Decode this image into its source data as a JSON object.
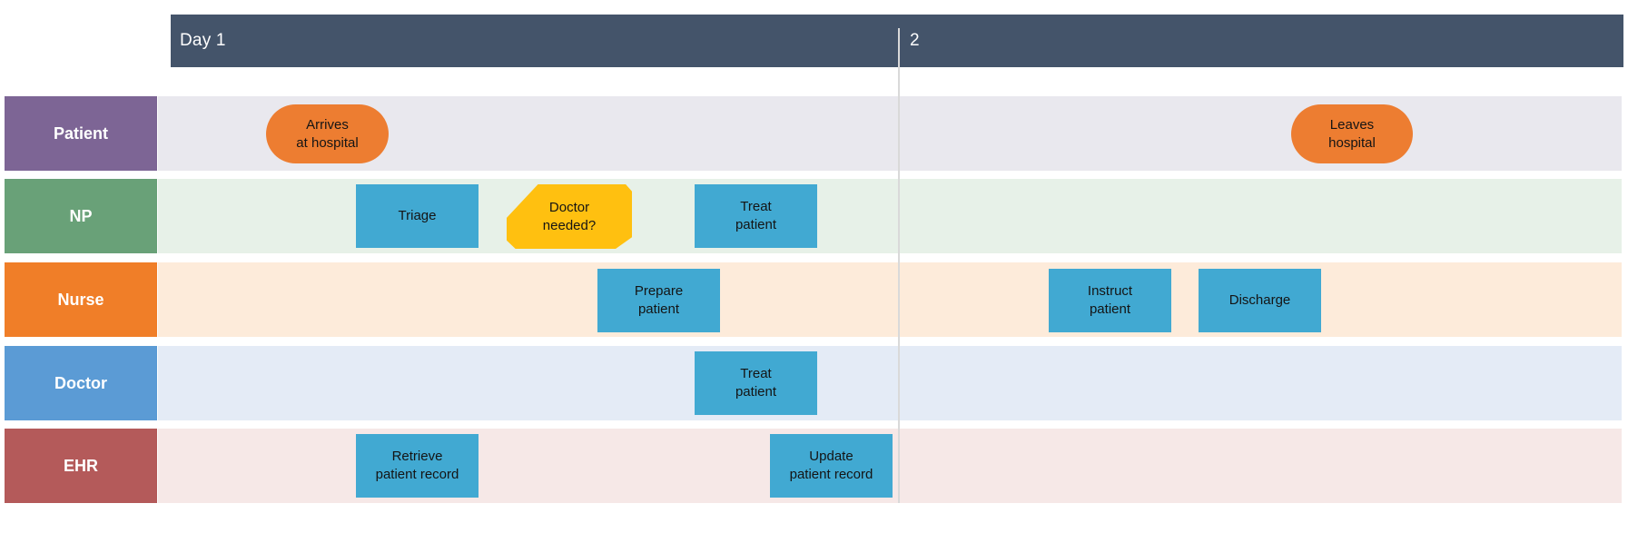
{
  "header": {
    "day1_label": "Day 1",
    "day2_label": "2"
  },
  "lanes": [
    {
      "label": "Patient",
      "color": "#7D6595",
      "row_bg": "#E9E8EE"
    },
    {
      "label": "NP",
      "color": "#69A178",
      "row_bg": "#E7F1E8"
    },
    {
      "label": "Nurse",
      "color": "#F07E28",
      "row_bg": "#FDEBDA"
    },
    {
      "label": "Doctor",
      "color": "#5B9BD5",
      "row_bg": "#E4EBF6"
    },
    {
      "label": "EHR",
      "color": "#B45A5A",
      "row_bg": "#F6E8E7"
    }
  ],
  "shapes": [
    {
      "id": "arrives-at-hospital",
      "lane": "Patient",
      "type": "start-end",
      "label": "Arrives\nat hospital"
    },
    {
      "id": "leaves-hospital",
      "lane": "Patient",
      "type": "start-end",
      "label": "Leaves\nhospital"
    },
    {
      "id": "triage",
      "lane": "NP",
      "type": "task",
      "label": "Triage"
    },
    {
      "id": "doctor-needed",
      "lane": "NP",
      "type": "decision",
      "label": "Doctor\nneeded?"
    },
    {
      "id": "treat-patient-np",
      "lane": "NP",
      "type": "task",
      "label": "Treat\npatient"
    },
    {
      "id": "prepare-patient",
      "lane": "Nurse",
      "type": "task",
      "label": "Prepare\npatient"
    },
    {
      "id": "instruct-patient",
      "lane": "Nurse",
      "type": "task",
      "label": "Instruct\npatient"
    },
    {
      "id": "discharge",
      "lane": "Nurse",
      "type": "task",
      "label": "Discharge"
    },
    {
      "id": "treat-patient-doctor",
      "lane": "Doctor",
      "type": "task",
      "label": "Treat\npatient"
    },
    {
      "id": "retrieve-patient-record",
      "lane": "EHR",
      "type": "task",
      "label": "Retrieve\npatient record"
    },
    {
      "id": "update-patient-record",
      "lane": "EHR",
      "type": "task",
      "label": "Update\npatient record"
    }
  ],
  "colors": {
    "header_bg": "#44546A",
    "header_text": "#FFFFFF",
    "task_fill": "#41A9D2",
    "start_end_fill": "#ED7D31",
    "decision_fill": "#FFC010",
    "divider": "#D9D9D9",
    "shape_text": "#141414"
  }
}
